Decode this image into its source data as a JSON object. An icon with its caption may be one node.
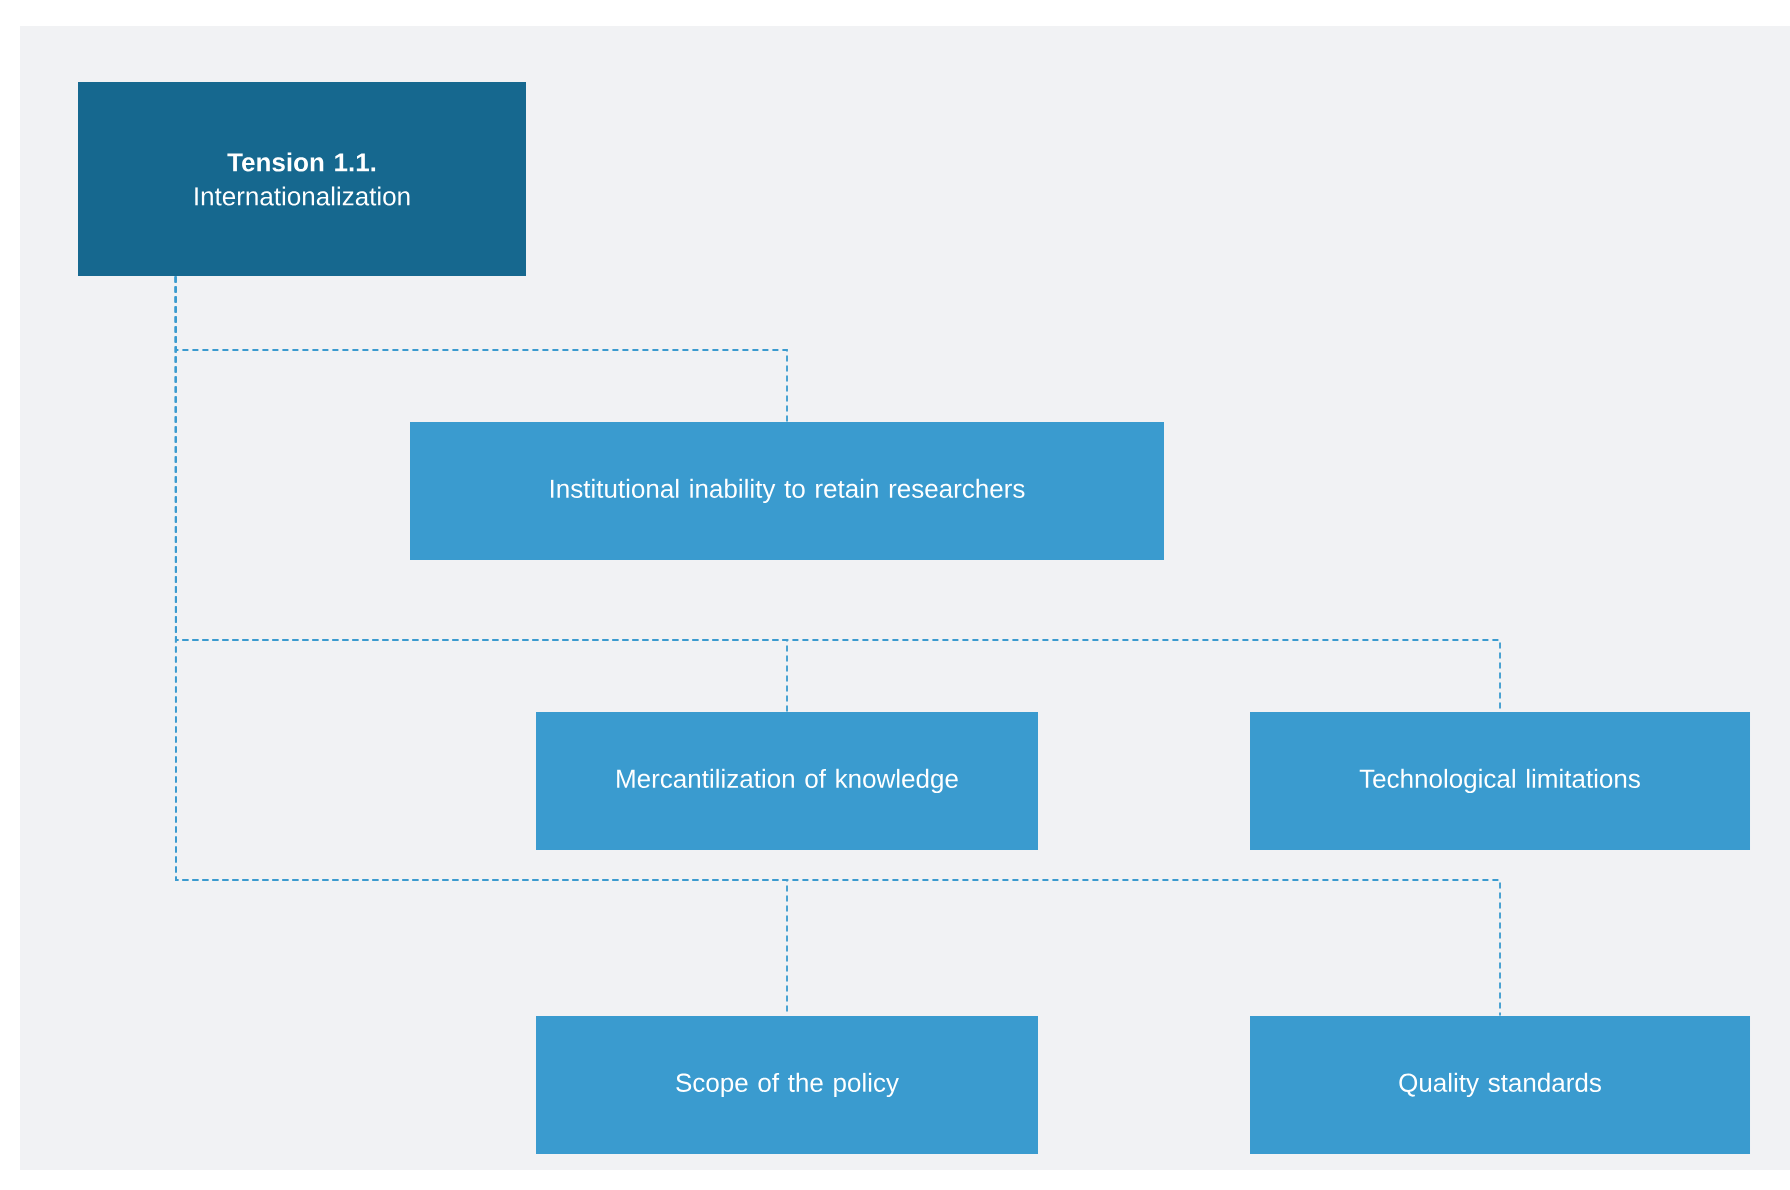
{
  "diagram": {
    "nodes": [
      {
        "text": [
          "Tension 1.1.",
          "Internationalization"
        ]
      },
      {
        "text": [
          "Institutional inability to retain researchers"
        ]
      },
      {
        "text": [
          "Mercantilization of knowledge"
        ]
      },
      {
        "text": [
          "Technological limitations"
        ]
      },
      {
        "text": [
          "Scope of the policy"
        ]
      },
      {
        "text": [
          "Quality standards"
        ]
      }
    ],
    "edges": [
      {
        "from": 0,
        "to": 1,
        "arrow": "none",
        "style": "dashed"
      },
      {
        "from": 0,
        "to": 2,
        "arrow": "none",
        "style": "dashed"
      },
      {
        "from": 0,
        "to": 3,
        "arrow": "none",
        "style": "dashed"
      },
      {
        "from": 0,
        "to": 4,
        "arrow": "none",
        "style": "dashed"
      },
      {
        "from": 0,
        "to": 5,
        "arrow": "none",
        "style": "dashed"
      }
    ]
  }
}
